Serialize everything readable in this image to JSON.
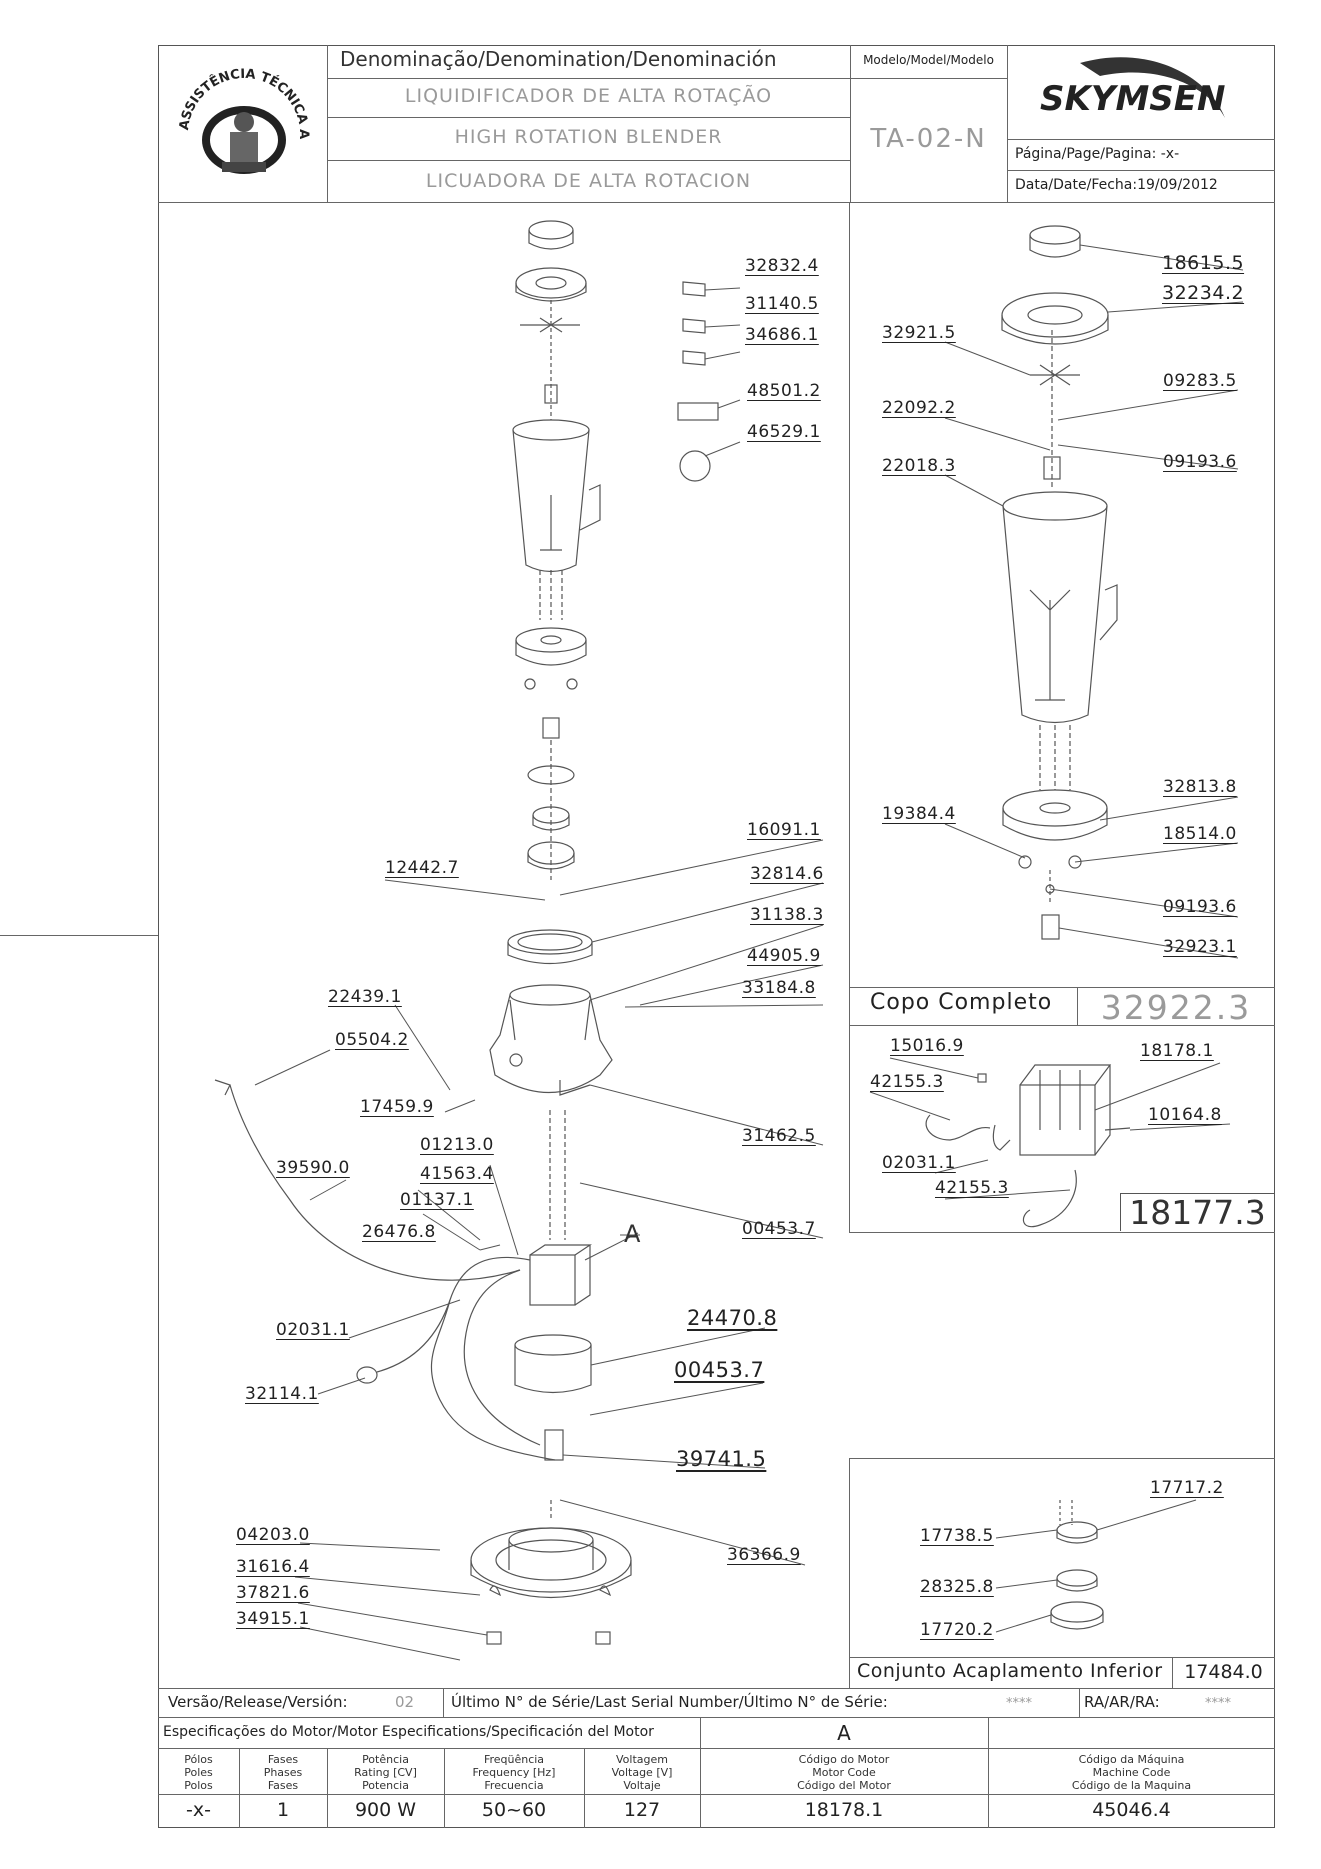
{
  "header": {
    "denomination_title": "Denominação/Denomination/Denominación",
    "name_pt": "LIQUIDIFICADOR DE ALTA ROTAÇÃO",
    "name_en": "HIGH ROTATION BLENDER",
    "name_es": "LICUADORA DE ALTA ROTACION",
    "model_title": "Modelo/Model/Modelo",
    "model_value": "TA-02-N",
    "brand": "SKYMSEN",
    "page_label": "Página/Page/Pagina:",
    "page_value": "-x-",
    "date_label": "Data/Date/Fecha:",
    "date_value": "19/09/2012",
    "seal_text": "ASSISTÊNCIA TÉCNICA AUTORIZADA"
  },
  "main_parts": [
    "32832.4",
    "31140.5",
    "34686.1",
    "48501.2",
    "46529.1",
    "16091.1",
    "12442.7",
    "32814.6",
    "31138.3",
    "44905.9",
    "33184.8",
    "22439.1",
    "05504.2",
    "17459.9",
    "31462.5",
    "01213.0",
    "39590.0",
    "41563.4",
    "01137.1",
    "26476.8",
    "00453.7",
    "A",
    "02031.1",
    "24470.8",
    "32114.1",
    "00453.7",
    "39741.5",
    "04203.0",
    "36366.9",
    "31616.4",
    "37821.6",
    "34915.1"
  ],
  "cup_assembly": {
    "parts": [
      "18615.5",
      "32234.2",
      "32921.5",
      "09283.5",
      "22092.2",
      "09193.6",
      "22018.3",
      "32813.8",
      "19384.4",
      "18514.0",
      "09193.6",
      "32923.1"
    ],
    "title": "Copo Completo",
    "code": "32922.3"
  },
  "motor_assembly": {
    "parts": [
      "15016.9",
      "18178.1",
      "42155.3",
      "10164.8",
      "02031.1",
      "42155.3"
    ],
    "code": "18177.3"
  },
  "coupling_assembly": {
    "parts": [
      "17717.2",
      "17738.5",
      "28325.8",
      "17720.2"
    ],
    "title": "Conjunto Acaplamento Inferior",
    "code": "17484.0"
  },
  "footer": {
    "version_label": "Versão/Release/Versión:",
    "version_value": "02",
    "serial_label": "Último N° de Série/Last Serial Number/Último N° de Série:",
    "serial_value": "****",
    "ra_label": "RA/AR/RA:",
    "ra_value": "****",
    "spec_title": "Especificações do Motor/Motor Especifications/Specificación del Motor",
    "spec_ref": "A",
    "columns": [
      {
        "l1": "Pólos",
        "l2": "Poles",
        "l3": "Polos",
        "value": "-x-"
      },
      {
        "l1": "Fases",
        "l2": "Phases",
        "l3": "Fases",
        "value": "1"
      },
      {
        "l1": "Potência",
        "l2": "Rating [CV]",
        "l3": "Potencia",
        "value": "900 W"
      },
      {
        "l1": "Freqüência",
        "l2": "Frequency [Hz]",
        "l3": "Frecuencia",
        "value": "50~60"
      },
      {
        "l1": "Voltagem",
        "l2": "Voltage [V]",
        "l3": "Voltaje",
        "value": "127"
      },
      {
        "l1": "Código do Motor",
        "l2": "Motor Code",
        "l3": "Código del Motor",
        "value": "18178.1"
      },
      {
        "l1": "Código da Máquina",
        "l2": "Machine Code",
        "l3": "Código de la Maquina",
        "value": "45046.4"
      }
    ]
  }
}
